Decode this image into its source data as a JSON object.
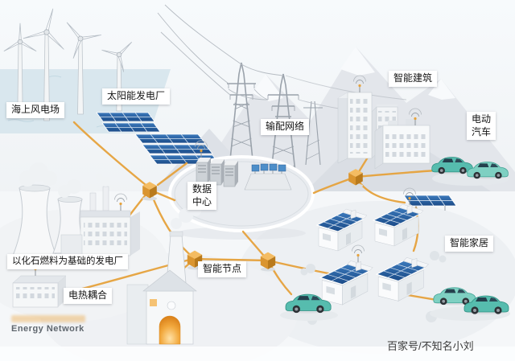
{
  "labels": {
    "offshore_wind": "海上风电场",
    "solar_plant": "太阳能发电厂",
    "grid_network": "输配网络",
    "smart_building": "智能建筑",
    "electric_vehicle": "电动汽车",
    "data_center": "数据中心",
    "smart_home": "智能家居",
    "fossil_plant": "以化石燃料为基础的发电厂",
    "heat_coupling": "电热耦合",
    "smart_node": "智能节点"
  },
  "branding": {
    "name": "Energy Network"
  },
  "watermark": {
    "text": "百家号/不知名小刘"
  },
  "colors": {
    "network_line": "#E6A23C",
    "node_cube": "#D9952F",
    "solar_panel": "#2A5D9E",
    "ev_car": "#56BCAE",
    "label_bg": "#FFFFFF",
    "label_text": "#141414"
  }
}
